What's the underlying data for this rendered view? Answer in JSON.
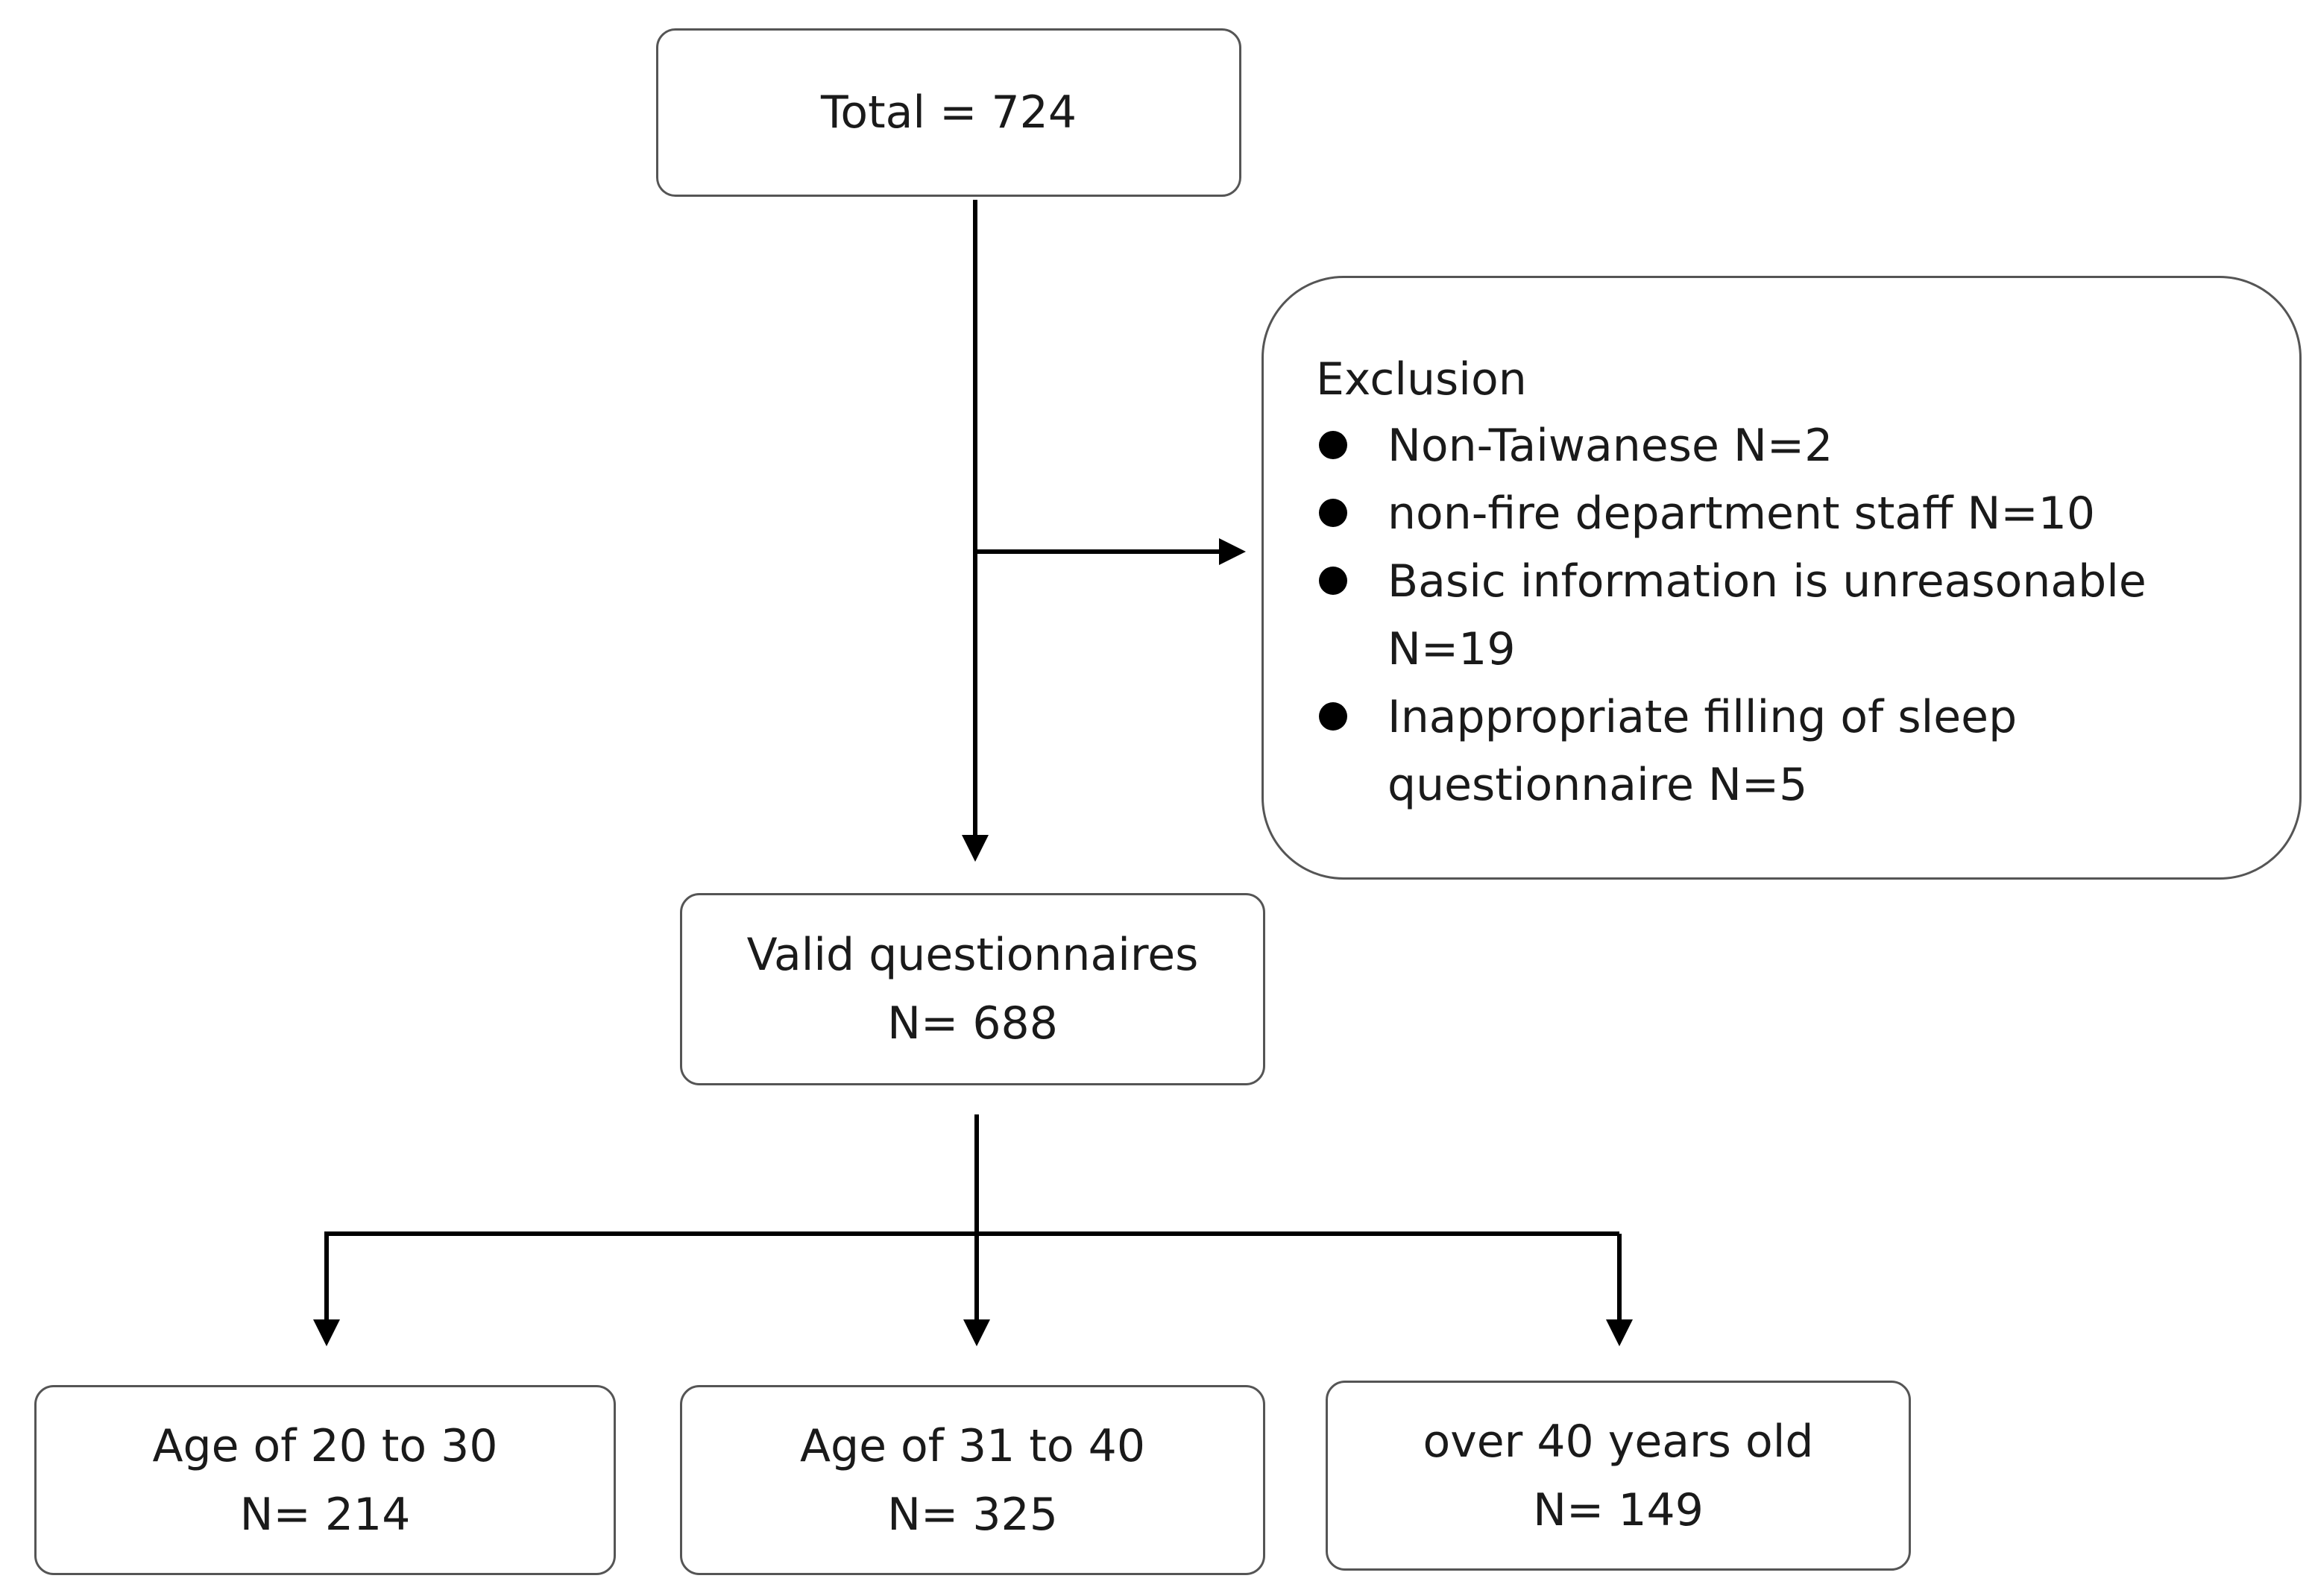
{
  "colors": {
    "box_border": "#555555",
    "connector": "#000000",
    "text": "#1a1a1a"
  },
  "total": {
    "label": "Total = 724"
  },
  "exclusion": {
    "title": "Exclusion",
    "items": [
      "Non-Taiwanese N=2",
      "non-fire department staff N=10",
      "Basic information is unreasonable N=19",
      "Inappropriate filling of sleep questionnaire N=5"
    ]
  },
  "valid": {
    "line1": "Valid questionnaires",
    "line2": "N= 688"
  },
  "groups": [
    {
      "line1": "Age of 20 to 30",
      "line2": "N= 214"
    },
    {
      "line1": "Age of 31 to 40",
      "line2": "N= 325"
    },
    {
      "line1": "over 40 years old",
      "line2": "N= 149"
    }
  ]
}
